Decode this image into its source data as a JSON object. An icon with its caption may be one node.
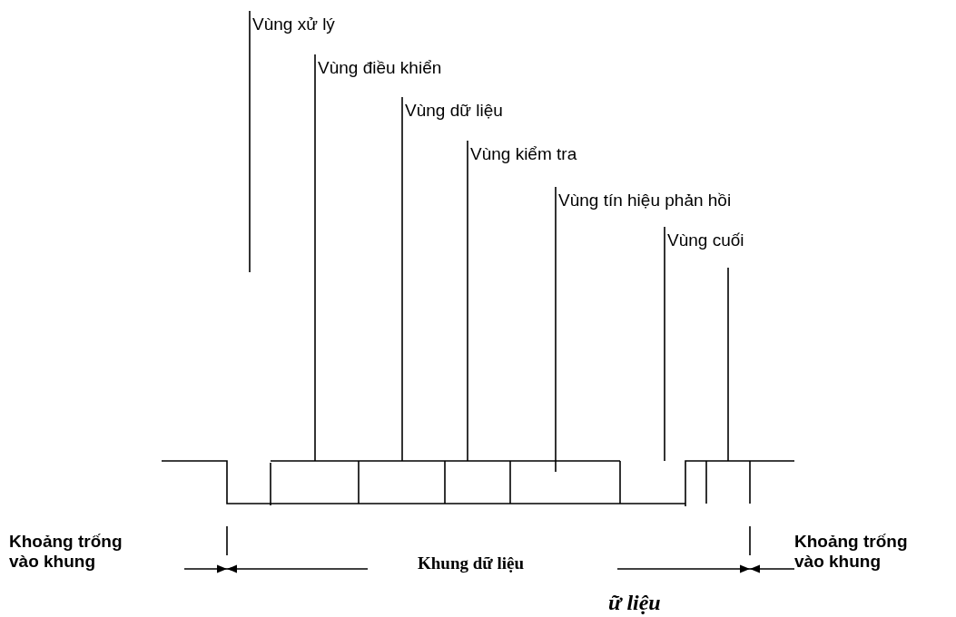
{
  "diagram": {
    "nodes": [
      {
        "text": [
          "Vùng xử lý"
        ]
      },
      {
        "text": [
          "Vùng điều khiển"
        ]
      },
      {
        "text": [
          "Vùng dữ liệu"
        ]
      },
      {
        "text": [
          "Vùng kiểm tra"
        ]
      },
      {
        "text": [
          "Vùng tín hiệu phản hồi"
        ]
      },
      {
        "text": [
          "Vùng cuối"
        ]
      },
      {
        "text": [],
        "shape": "box"
      }
    ],
    "edges": [
      {
        "from": 0,
        "to": null,
        "arrow": "none"
      },
      {
        "from": 1,
        "to": 6,
        "arrow": "none"
      },
      {
        "from": 2,
        "to": 6,
        "arrow": "none"
      },
      {
        "from": 3,
        "to": 6,
        "arrow": "none"
      },
      {
        "from": 4,
        "to": 6,
        "arrow": "none"
      },
      {
        "from": 5,
        "to": 6,
        "arrow": "none"
      },
      {
        "from": 5,
        "to": 6,
        "arrow": "none"
      }
    ],
    "labels": [
      "Khoảng trống vào khung",
      "Khung dữ liệu",
      "Khoảng trống vào khung",
      "ữ liệu"
    ]
  }
}
